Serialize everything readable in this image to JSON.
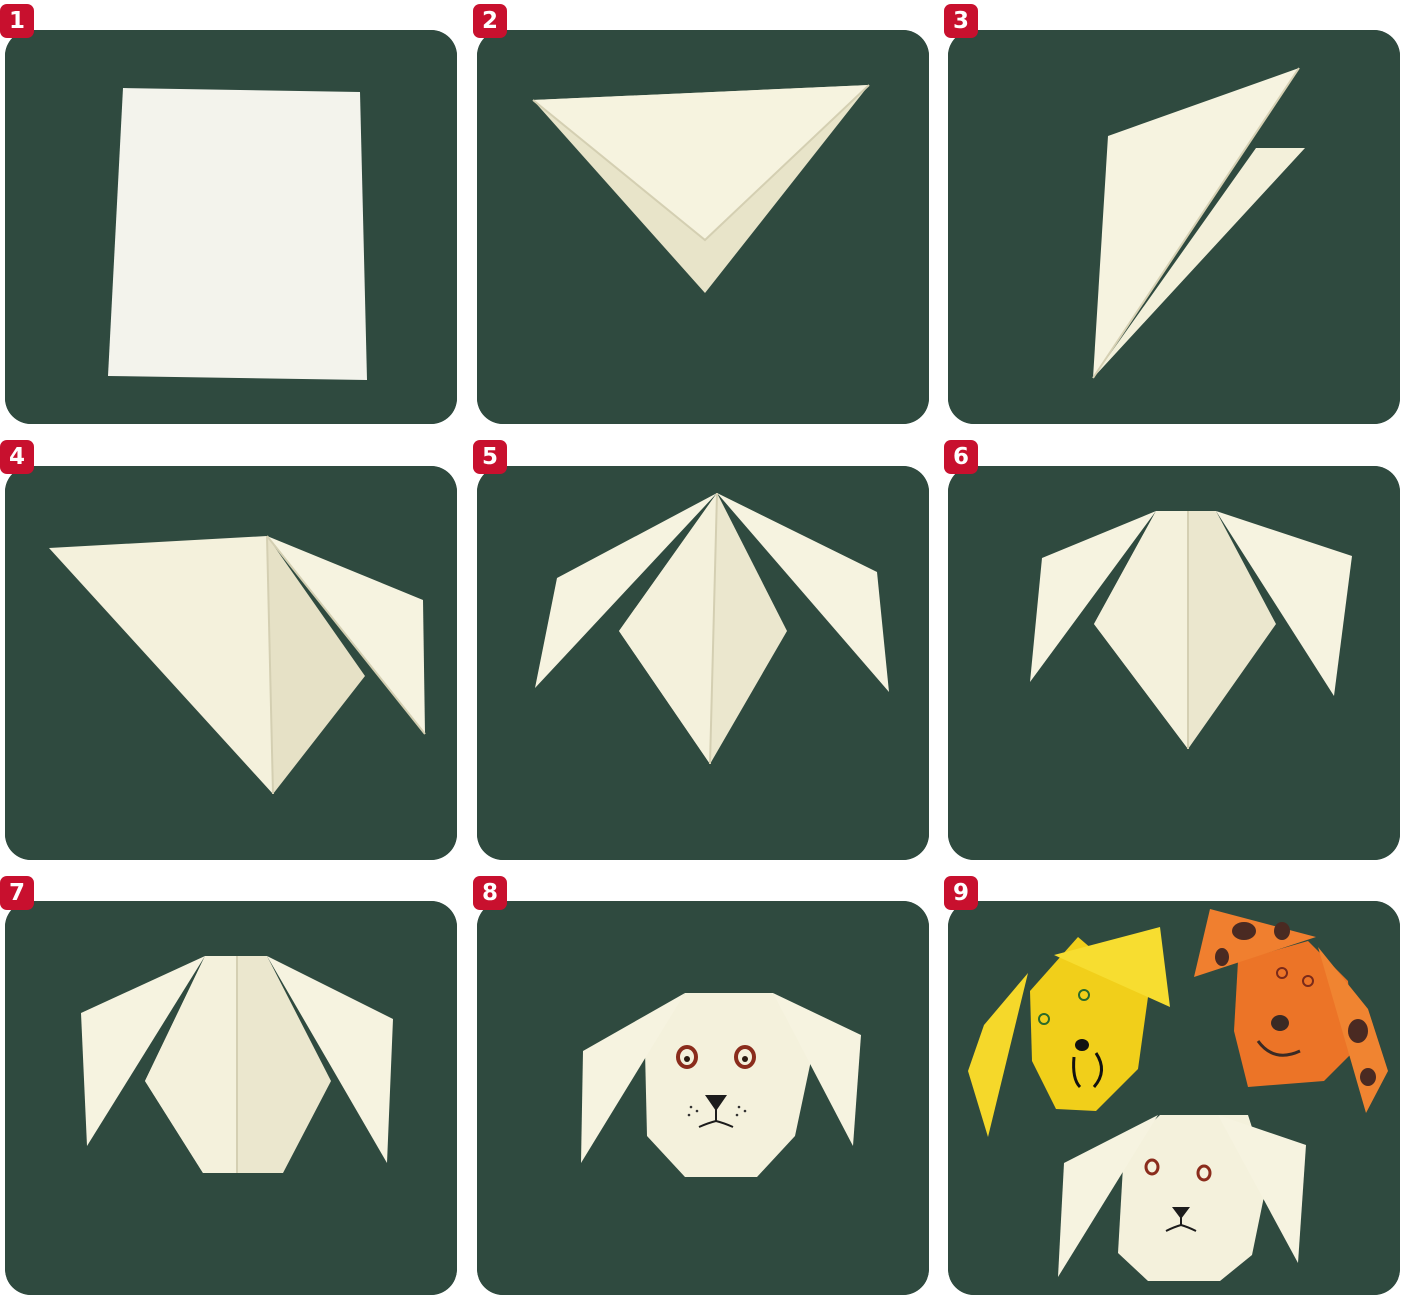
{
  "colors": {
    "badge": "#c8102e",
    "background": "#2f4a3f",
    "paper": "#f4f1dc",
    "paper_shade": "#e4dfc4",
    "yellow_paper": "#f3d21e",
    "orange_paper": "#ee7a2a"
  },
  "steps": [
    {
      "number": "1",
      "image": "paper-square"
    },
    {
      "number": "2",
      "image": "triangle-fold"
    },
    {
      "number": "3",
      "image": "triangle-folded-in-half"
    },
    {
      "number": "4",
      "image": "one-ear-folded"
    },
    {
      "number": "5",
      "image": "both-ears-folded"
    },
    {
      "number": "6",
      "image": "top-tip-folded"
    },
    {
      "number": "7",
      "image": "bottom-tip-folded"
    },
    {
      "number": "8",
      "image": "dog-face-drawn"
    },
    {
      "number": "9",
      "image": "three-dog-faces"
    }
  ]
}
